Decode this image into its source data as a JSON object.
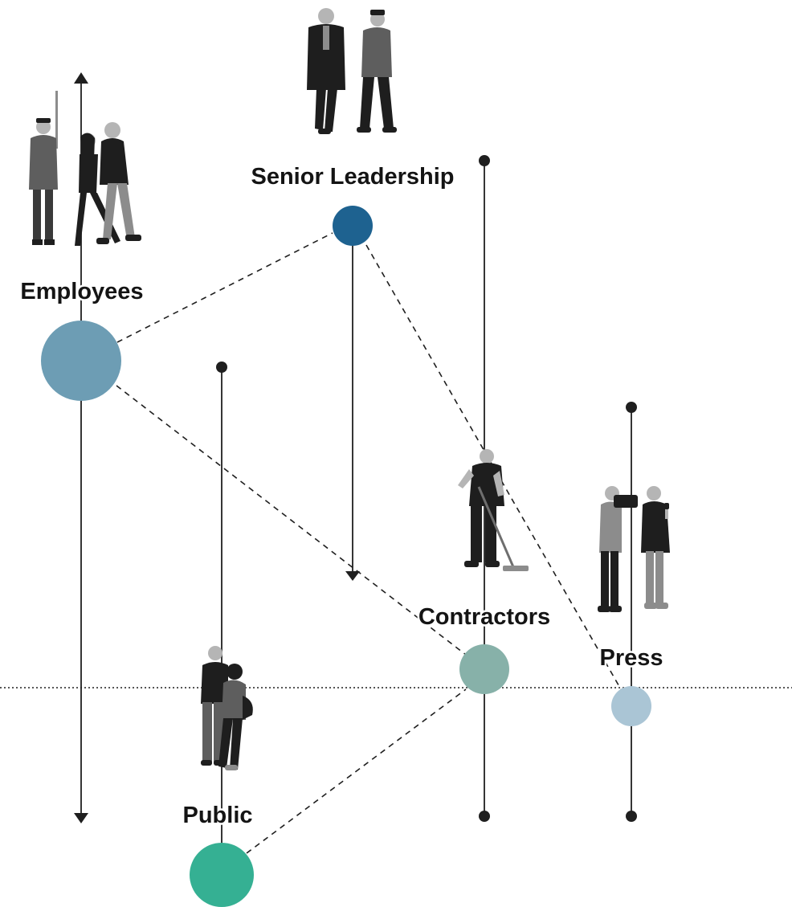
{
  "diagram": {
    "stakeholders": [
      {
        "id": "employees",
        "label": "Employees",
        "color": "#6d9db4"
      },
      {
        "id": "senior_leadership",
        "label": "Senior Leadership",
        "color": "#1e6290"
      },
      {
        "id": "public",
        "label": "Public",
        "color": "#35b093"
      },
      {
        "id": "contractors",
        "label": "Contractors",
        "color": "#87b1a9"
      },
      {
        "id": "press",
        "label": "Press",
        "color": "#aac5d5"
      }
    ],
    "connections": [
      [
        "employees",
        "senior_leadership"
      ],
      [
        "employees",
        "contractors"
      ],
      [
        "senior_leadership",
        "press"
      ],
      [
        "public",
        "contractors"
      ]
    ]
  }
}
